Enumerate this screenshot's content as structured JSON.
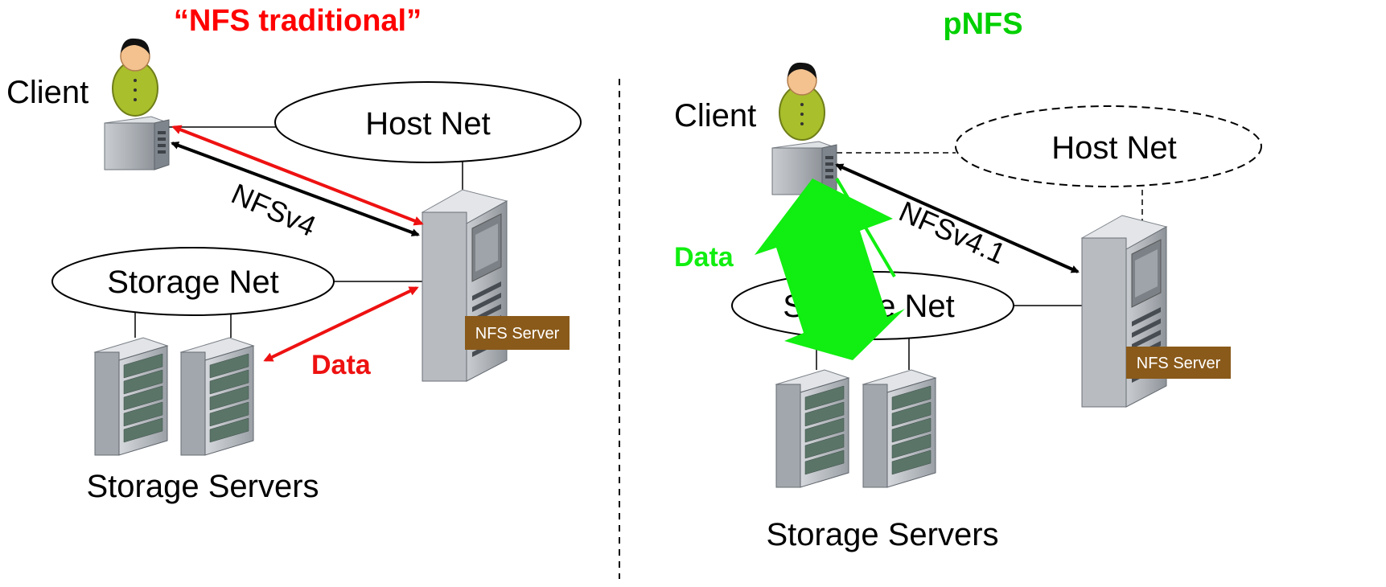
{
  "left": {
    "title": "“NFS traditional”",
    "client_label": "Client",
    "host_net": "Host Net",
    "storage_net": "Storage Net",
    "protocol": "NFSv4",
    "data_label": "Data",
    "server_badge": "NFS Server",
    "storage_label": "Storage Servers"
  },
  "right": {
    "title": "pNFS",
    "client_label": "Client",
    "host_net": "Host Net",
    "storage_net": "Storage Net",
    "protocol": "NFSv4.1",
    "data_label": "Data",
    "server_badge": "NFS Server",
    "storage_label": "Storage Servers"
  },
  "colors": {
    "red_title": "#ff0000",
    "green_title": "#00d000",
    "red_arrow": "#ee1111",
    "green_arrow": "#11ee11",
    "badge": "#8a5a1a"
  }
}
